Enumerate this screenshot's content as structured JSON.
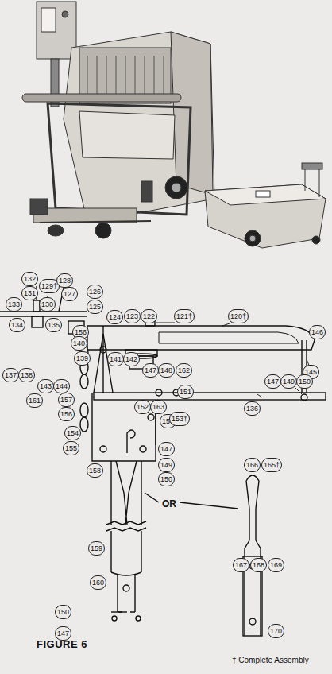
{
  "diagram": {
    "caption": "FIGURE 6",
    "labels": [
      "132",
      "129†",
      "128",
      "131",
      "127",
      "133",
      "130",
      "126",
      "125",
      "124",
      "123",
      "122",
      "121†",
      "120†",
      "146",
      "134",
      "135",
      "156",
      "140",
      "139",
      "141",
      "142",
      "145",
      "147",
      "148",
      "162",
      "147",
      "149",
      "150",
      "137",
      "138",
      "143",
      "144",
      "163",
      "150",
      "151",
      "136",
      "161",
      "157",
      "152",
      "156",
      "153†",
      "154",
      "155",
      "158",
      "147",
      "149",
      "150",
      "OR",
      "166",
      "165†",
      "159",
      "167",
      "168",
      "169",
      "160",
      "170",
      "150",
      "147",
      "† Complete Assembly"
    ]
  }
}
